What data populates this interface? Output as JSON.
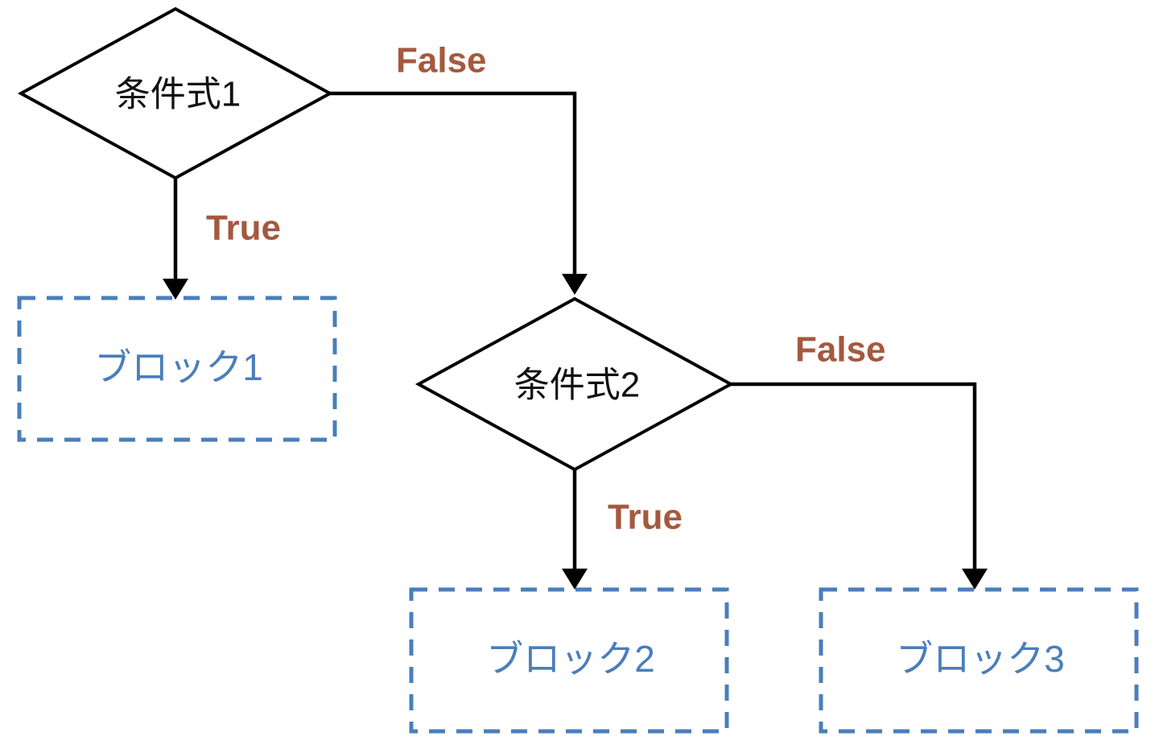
{
  "diagram": {
    "title": "if-elif-else conditional flowchart",
    "background_color": "#ffffff",
    "colors": {
      "decision_stroke": "#000000",
      "decision_text": "#111111",
      "block_stroke": "#4a7ebb",
      "block_text": "#4a7ebb",
      "edge_label": "#a4593f",
      "connector": "#000000"
    },
    "decisions": [
      {
        "id": "cond1",
        "label": "条件式1"
      },
      {
        "id": "cond2",
        "label": "条件式2"
      }
    ],
    "blocks": [
      {
        "id": "block1",
        "label": "ブロック1"
      },
      {
        "id": "block2",
        "label": "ブロック2"
      },
      {
        "id": "block3",
        "label": "ブロック3"
      }
    ],
    "edge_labels": [
      {
        "id": "cond1-false",
        "label": "False"
      },
      {
        "id": "cond1-true",
        "label": "True"
      },
      {
        "id": "cond2-false",
        "label": "False"
      },
      {
        "id": "cond2-true",
        "label": "True"
      }
    ]
  }
}
